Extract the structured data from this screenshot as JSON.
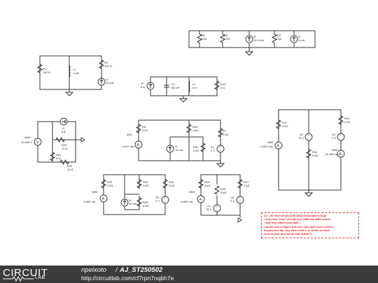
{
  "labels": {
    "R8": "R8",
    "R8v": "3 kΩ",
    "R9": "R9",
    "R9v": "2 kΩ",
    "I5": "I5",
    "I5v": "12.5 mA",
    "R10": "R10",
    "R10v": "2 kΩ",
    "I4": "I4",
    "I4v": "4 mA",
    "R1": "R1",
    "R1v": "100 Ω",
    "L1": "L1",
    "L1v": "1 μH",
    "R2": "R2",
    "R2v": "100 Ω",
    "I1": "I1",
    "I1v": "10 mA",
    "R": "R",
    "Rv": "5 A",
    "C1": "C1",
    "C1v": "80 mF",
    "L2": "L2",
    "L2v": "5 H",
    "R13": "R13",
    "R13v": "5 Ω",
    "I2": "I2",
    "I2v": "6 A",
    "AM4": "AM4",
    "AM4v": "10.000 V",
    "R20": "R20",
    "R20v": "10 Ω",
    "R21": "R21",
    "R21v": "5 Ω",
    "R22": "R22",
    "R22v": "10 Ω",
    "AM1": "AM1",
    "AM1v": "-4.167 mA",
    "R3": "R3",
    "R3v": "3 kΩ",
    "R30": "R30",
    "R30v": "1 kΩ",
    "R7": "R7",
    "R7v": "2 kΩ",
    "I3": "I3",
    "I3v": "16 mA",
    "R31": "R31",
    "R31v": "5 kΩ",
    "V1": "V1",
    "V1v": "2 V",
    "AM2": "AM2",
    "AM2v": "-4.800 mA",
    "R11": "R11",
    "R11v": "3 kΩ",
    "V2": "V2",
    "V2v": "75 V",
    "R14": "R14",
    "R14v": "2 kΩ",
    "V3": "V3",
    "V3v": "2 V",
    "R16": "R16",
    "R16v": "5 kΩ",
    "AM6": "AM6",
    "AM6v": "18.750 mA",
    "AM5": "AM5",
    "AM5v": "-4.800 mA",
    "R23": "R23",
    "R23v": "3 kΩ",
    "R24": "R24",
    "R24v": "1 kΩ",
    "R26": "R26",
    "R26v": "2 kΩ",
    "I6": "I6",
    "I6v": "16 mA",
    "R25": "R25",
    "R25v": "5 kΩ",
    "V5": "V5",
    "V5v": "2 V",
    "AM3": "AM3",
    "AM3v": "-4.800 mA",
    "R28": "R28",
    "R28v": "3 kΩ",
    "R29": "R29",
    "R29v": "5 kΩ",
    "R27": "R27",
    "R27v": "2 kΩ",
    "V4": "V4",
    "V4v": "75 V",
    "V6": "V6",
    "V6v": "2 V"
  },
  "note": {
    "lines": [
      "AJ - the first circuit (with AM1) must have a bug!",
      "I drew two \"new\" circuits (see AM3 and AM4 below)",
      "- and they match your AM2...",
      "I would love to figure this out - but right now it seems",
      "beyond me! My only other idea is to delete all other",
      "circuits (but why would that matter?)"
    ]
  },
  "footer": {
    "logo_top": "CIRCUIT",
    "logo_bottom": "LAB",
    "author": "npeixoto",
    "separator": "/",
    "title": "AJ_ST250502",
    "url": "http://circuitlab.com/cf7rpn7nqbh7e"
  }
}
